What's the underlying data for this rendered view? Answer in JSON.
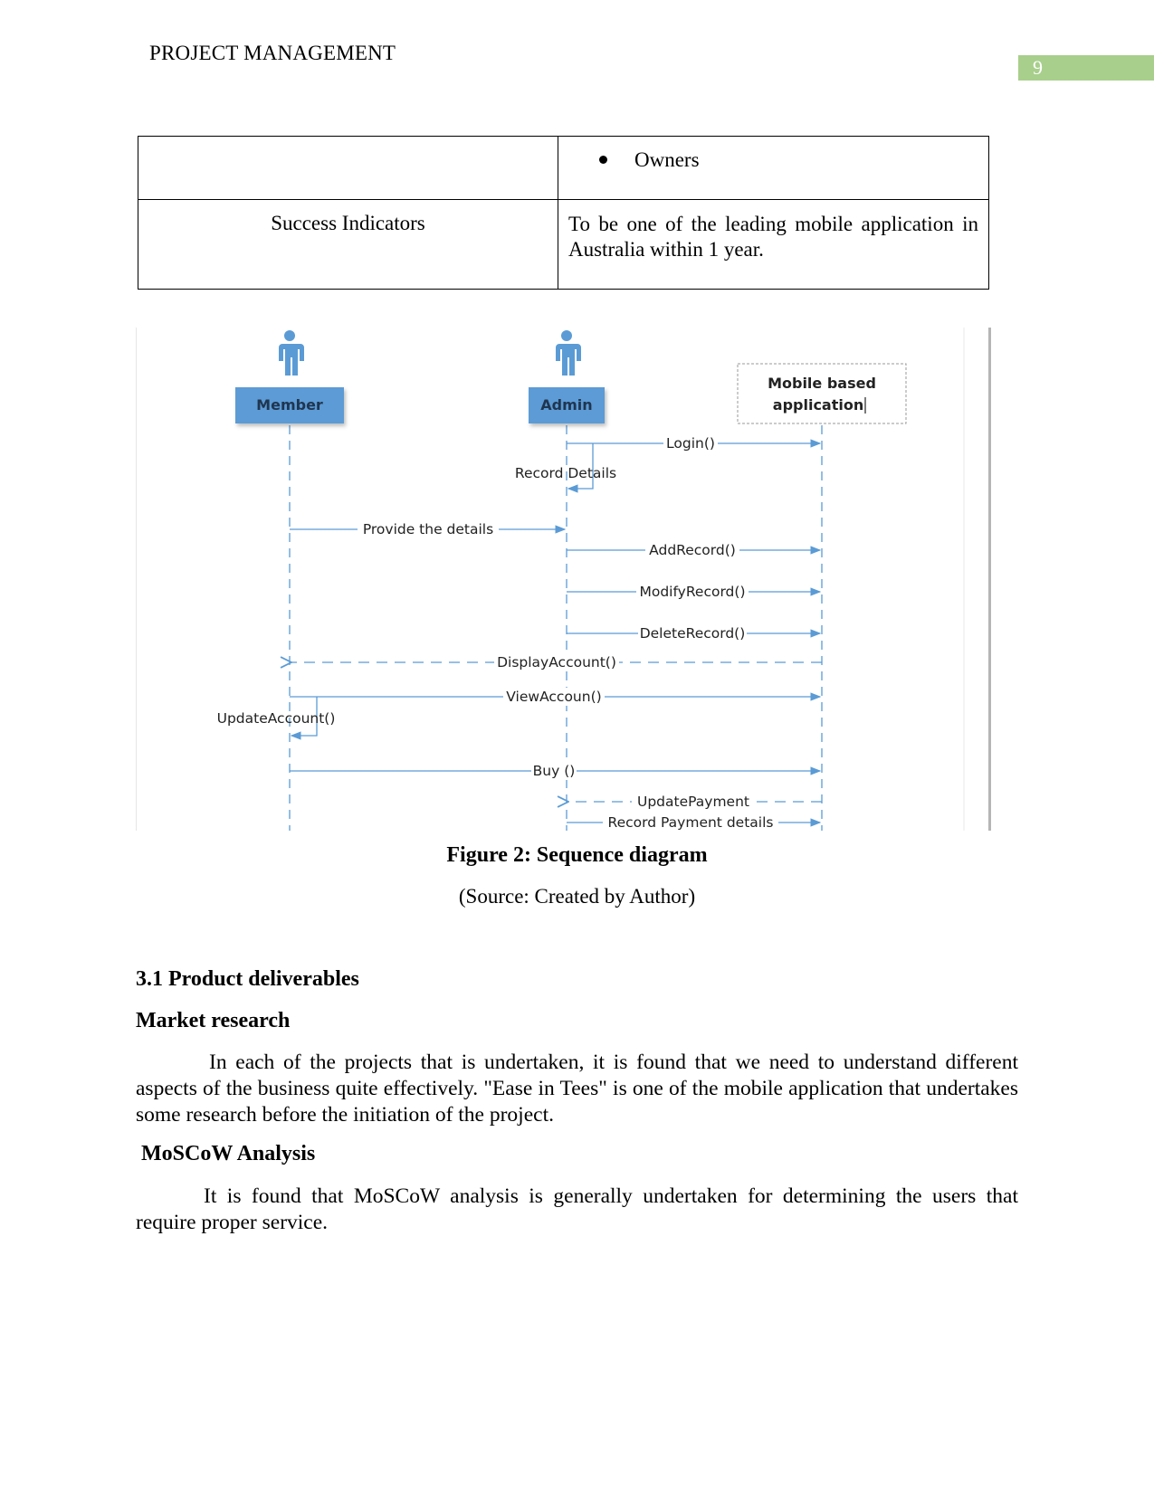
{
  "header": {
    "title": "PROJECT MANAGEMENT",
    "page_number": "9",
    "badge_color": "#a8cf8c"
  },
  "table": {
    "row1": {
      "col2_bullet": "Owners"
    },
    "row2": {
      "col1": "Success Indicators",
      "col2": "To be one of the leading mobile application in Australia within 1 year."
    }
  },
  "diagram": {
    "accent_color": "#5b9bd5",
    "actors": {
      "member": "Member",
      "admin": "Admin"
    },
    "system_box": {
      "line1": "Mobile based",
      "line2": "application"
    },
    "messages": {
      "login": "Login()",
      "record_details": "Record Details",
      "provide_details": "Provide the details",
      "add_record": "AddRecord()",
      "modify_record": "ModifyRecord()",
      "delete_record": "DeleteRecord()",
      "display_account": "DisplayAccount()",
      "view_account": "ViewAccoun()",
      "update_account": "UpdateAccount()",
      "buy": "Buy ()",
      "update_payment": "UpdatePayment",
      "record_payment": "Record Payment details"
    }
  },
  "figure": {
    "caption": "Figure 2: Sequence diagram",
    "source": "(Source: Created by Author)"
  },
  "section": {
    "heading": "3.1 Product deliverables",
    "sub1": "Market research",
    "para1": "In each of the projects that is undertaken, it is found that we need to understand different aspects of the business quite effectively. \"Ease in Tees\" is one of the mobile application that undertakes some research before the initiation of the project.",
    "sub2": "MoSCoW Analysis",
    "para2": "It is found that MoSCoW analysis is generally undertaken for determining the users that require proper service."
  }
}
